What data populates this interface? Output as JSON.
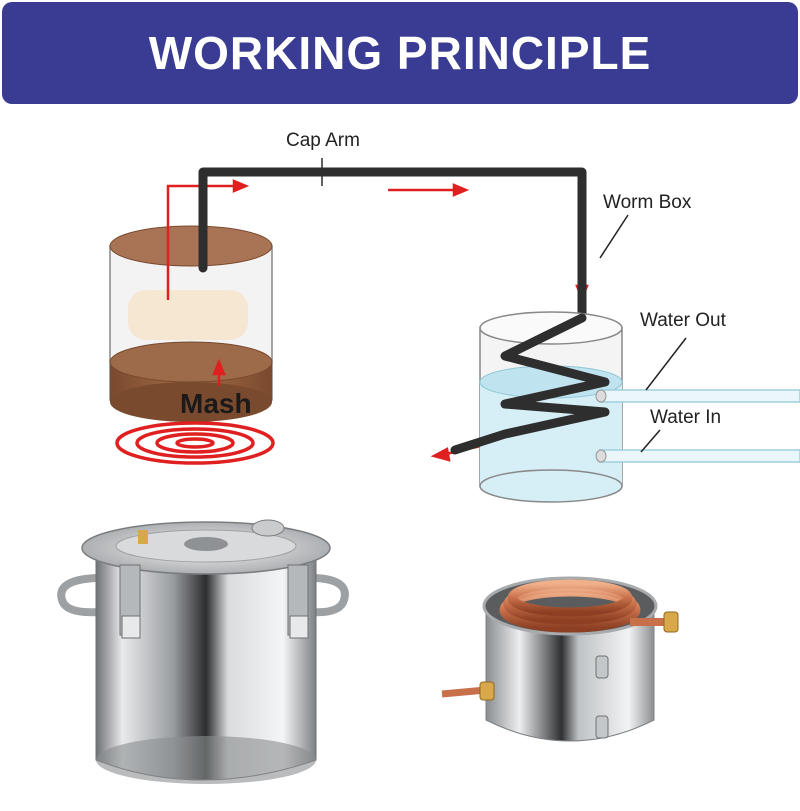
{
  "header": {
    "title": "WORKING PRINCIPLE"
  },
  "diagram": {
    "labels": {
      "cap_arm": "Cap Arm",
      "worm_box": "Worm Box",
      "water_out": "Water Out",
      "water_in": "Water In",
      "mash": "Mash"
    }
  },
  "colors": {
    "banner": "#3a3c93",
    "pipe": "#2e2e2e",
    "arrow": "#e02020",
    "mash": "#8a5a3c",
    "water": "#cfeaf3",
    "copper": "#c8704a",
    "steel": "#b9bcbf"
  },
  "icons": [
    "heat-coil-icon",
    "stainless-pot-image",
    "copper-worm-box-image"
  ]
}
